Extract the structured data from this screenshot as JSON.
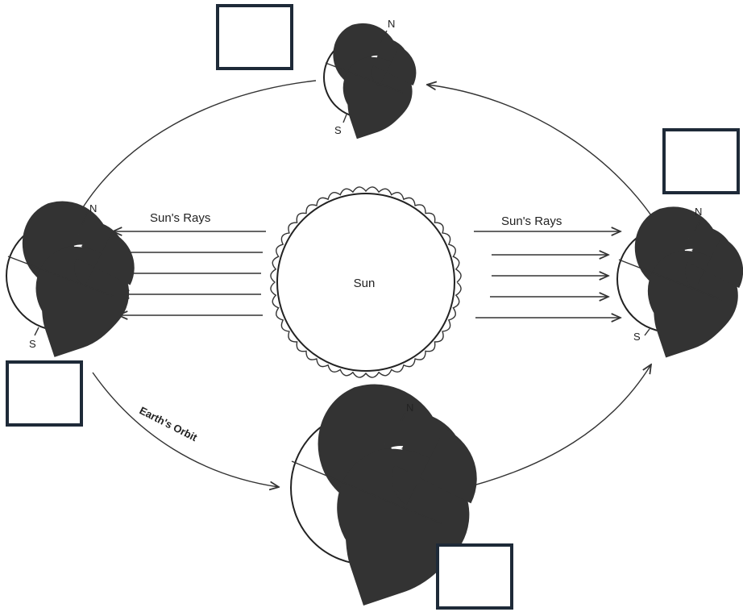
{
  "labels": {
    "sun": "Sun",
    "rays_left": "Sun's Rays",
    "rays_right": "Sun's Rays",
    "orbit": "Earth's Orbit"
  },
  "poles": {
    "north": "N",
    "south": "S"
  },
  "answer_boxes": [
    "",
    "",
    "",
    ""
  ],
  "colors": {
    "line": "#333333",
    "box_border": "#1e2a38"
  }
}
